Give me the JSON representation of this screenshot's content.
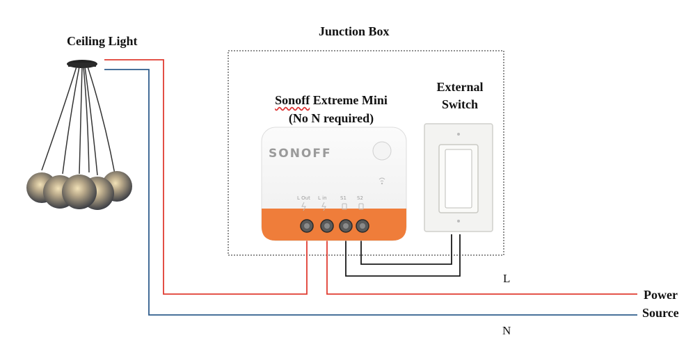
{
  "labels": {
    "ceiling_light": "Ceiling Light",
    "junction_box": "Junction Box",
    "device_brand_part": "Sonoff",
    "device_name_rest": " Extreme Mini",
    "device_note": "(No N required)",
    "switch_line1": "External",
    "switch_line2": "Switch",
    "power_line1": "Power",
    "power_line2": "Source",
    "live": "L",
    "neutral": "N"
  },
  "device": {
    "logo": "SONOFF",
    "terminals": [
      "L Out",
      "L in",
      "S1",
      "S2"
    ]
  },
  "colors": {
    "live_wire": "#e03c31",
    "neutral_wire": "#2f5d8c",
    "switch_wire": "#1a1a1a",
    "device_orange": "#ef7d3a"
  }
}
